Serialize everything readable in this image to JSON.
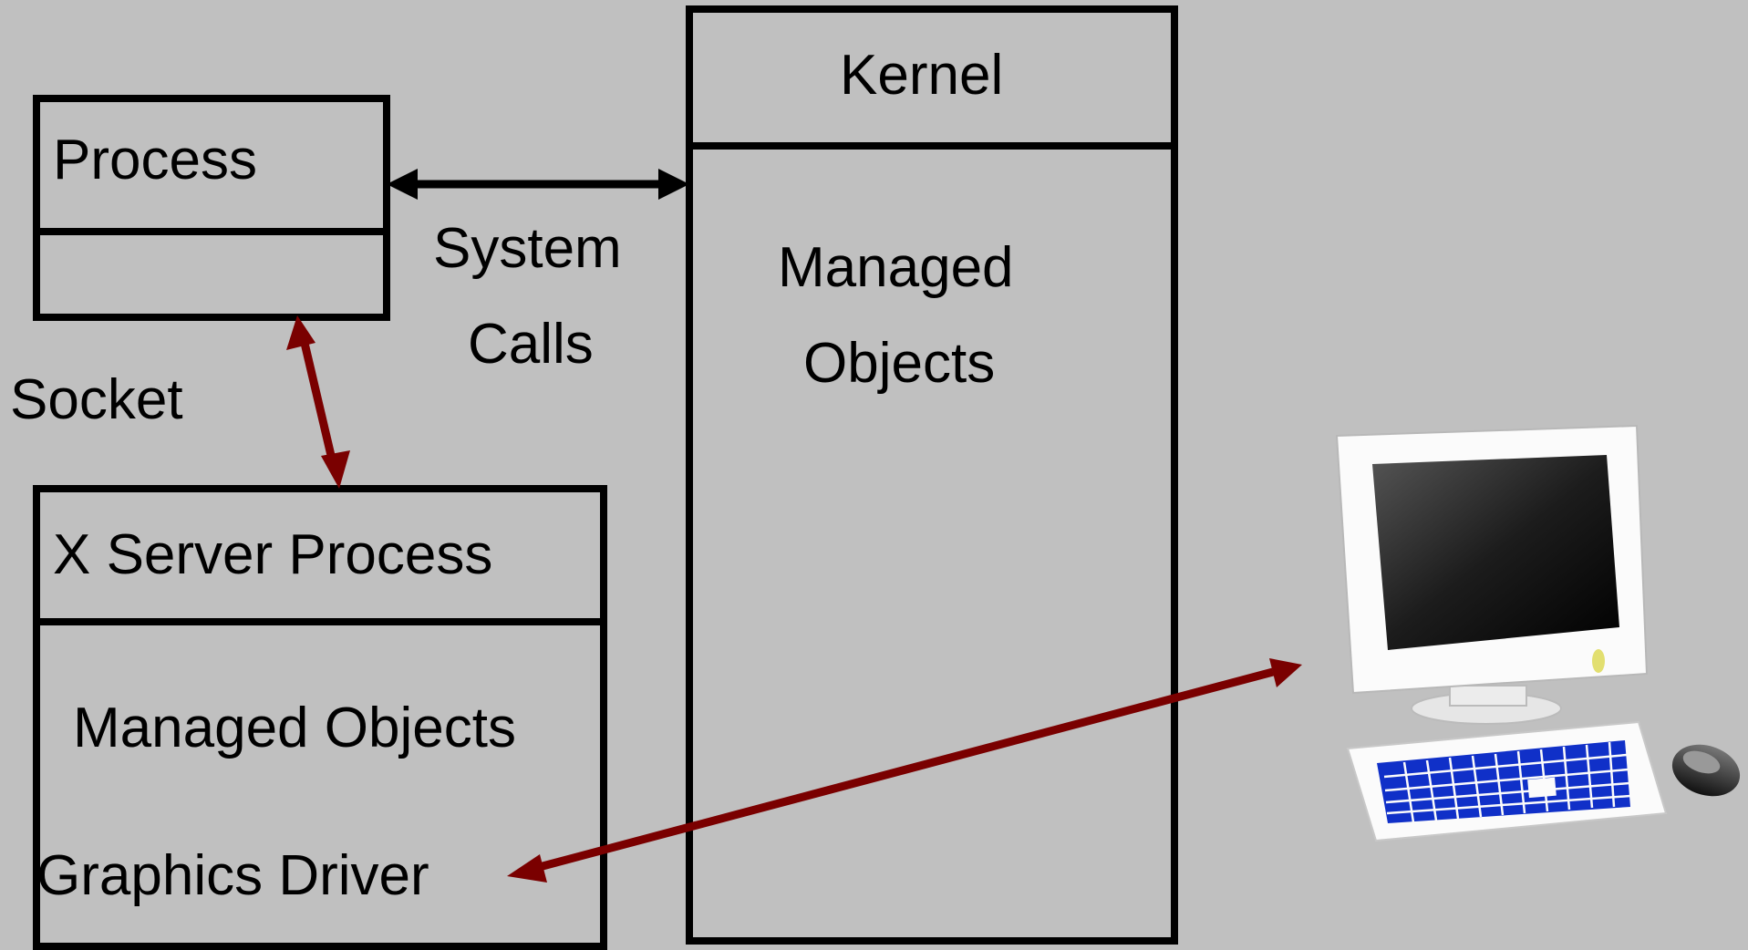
{
  "diagram": {
    "process": {
      "title": "Process"
    },
    "kernel": {
      "title": "Kernel",
      "objects_line1": "Managed",
      "objects_line2": "Objects"
    },
    "system_calls": {
      "line1": "System",
      "line2": "Calls"
    },
    "socket": {
      "label": "Socket"
    },
    "x_server": {
      "title": "X Server Process",
      "objects": "Managed Objects",
      "driver": "Graphics Driver"
    },
    "computer": {
      "icon": "computer-icon"
    },
    "colors": {
      "background": "#c0c0c0",
      "line": "#000000",
      "arrow_red": "#7a0000",
      "keyboard_keys": "#1030c8"
    }
  }
}
